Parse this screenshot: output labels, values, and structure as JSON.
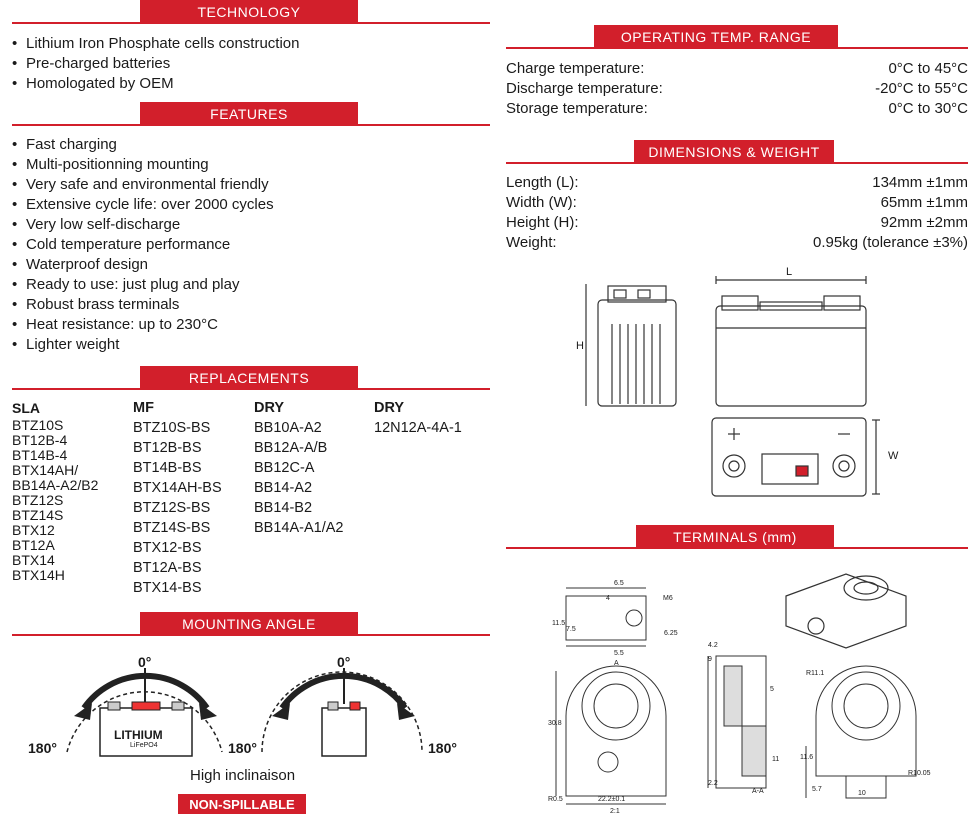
{
  "technology": {
    "title": "TECHNOLOGY",
    "items": [
      "Lithium Iron Phosphate cells construction",
      "Pre-charged batteries",
      "Homologated by OEM"
    ]
  },
  "features": {
    "title": "FEATURES",
    "items": [
      "Fast charging",
      "Multi-positionning mounting",
      "Very safe and environmental friendly",
      "Extensive cycle life: over 2000 cycles",
      "Very low self-discharge",
      "Cold temperature performance",
      "Waterproof design",
      "Ready to use: just plug and play",
      "Robust brass terminals",
      "Heat resistance: up to 230°C",
      "Lighter weight"
    ]
  },
  "replacements": {
    "title": "REPLACEMENTS",
    "columns": [
      {
        "head": "SLA",
        "items": [
          "BTZ10S",
          "BT12B-4",
          "BT14B-4",
          "BTX14AH/",
          "BB14A-A2/B2",
          "BTZ12S",
          "BTZ14S",
          "BTX12",
          "BT12A",
          "BTX14",
          "BTX14H"
        ]
      },
      {
        "head": "MF",
        "items": [
          "BTZ10S-BS",
          "BT12B-BS",
          "BT14B-BS",
          "BTX14AH-BS",
          "BTZ12S-BS",
          "BTZ14S-BS",
          "BTX12-BS",
          "BT12A-BS",
          "BTX14-BS"
        ]
      },
      {
        "head": "DRY",
        "items": [
          "BB10A-A2",
          "BB12A-A/B",
          "BB12C-A",
          "BB14-A2",
          "BB14-B2",
          "BB14A-A1/A2"
        ]
      },
      {
        "head": "DRY",
        "items": [
          "12N12A-4A-1"
        ]
      }
    ]
  },
  "mounting": {
    "title": "MOUNTING ANGLE",
    "zero": "0°",
    "deg180": "180°",
    "battery_label": "LITHIUM",
    "battery_sub": "LiFePO4",
    "caption": "High inclinaison",
    "badge": "NON-SPILLABLE"
  },
  "operating": {
    "title": "OPERATING TEMP. RANGE",
    "rows": [
      {
        "k": "Charge temperature:",
        "v": "0°C to 45°C"
      },
      {
        "k": "Discharge temperature:",
        "v": "-20°C to 55°C"
      },
      {
        "k": "Storage temperature:",
        "v": "0°C to 30°C"
      }
    ]
  },
  "dimensions": {
    "title": "DIMENSIONS & WEIGHT",
    "rows": [
      {
        "k": "Length (L):",
        "v": "134mm ±1mm"
      },
      {
        "k": "Width (W):",
        "v": "65mm ±1mm"
      },
      {
        "k": "Height (H):",
        "v": "92mm ±2mm"
      },
      {
        "k": "Weight:",
        "v": "0.95kg (tolerance ±3%)"
      }
    ],
    "label_l": "L",
    "label_h": "H",
    "label_w": "W"
  },
  "terminals": {
    "title": "TERMINALS (mm)",
    "dims": {
      "d65": "6.5",
      "d4": "4",
      "m6": "M6",
      "d55": "5.5",
      "d115": "11.5",
      "d75": "7.5",
      "d625": "6.25",
      "aa": "A",
      "d305": "30.8",
      "d222": "22.2±0.1",
      "d21": "2:1",
      "r": "R0.5",
      "aa2": "A-A",
      "d10": "10",
      "d116": "11.6",
      "d57": "5.7",
      "d22": "2.2",
      "d11": "11",
      "d42": "4.2",
      "d9": "9",
      "d5": "5",
      "r11": "R11.1",
      "r10": "R10.05"
    }
  },
  "colors": {
    "accent": "#d21f2b"
  }
}
